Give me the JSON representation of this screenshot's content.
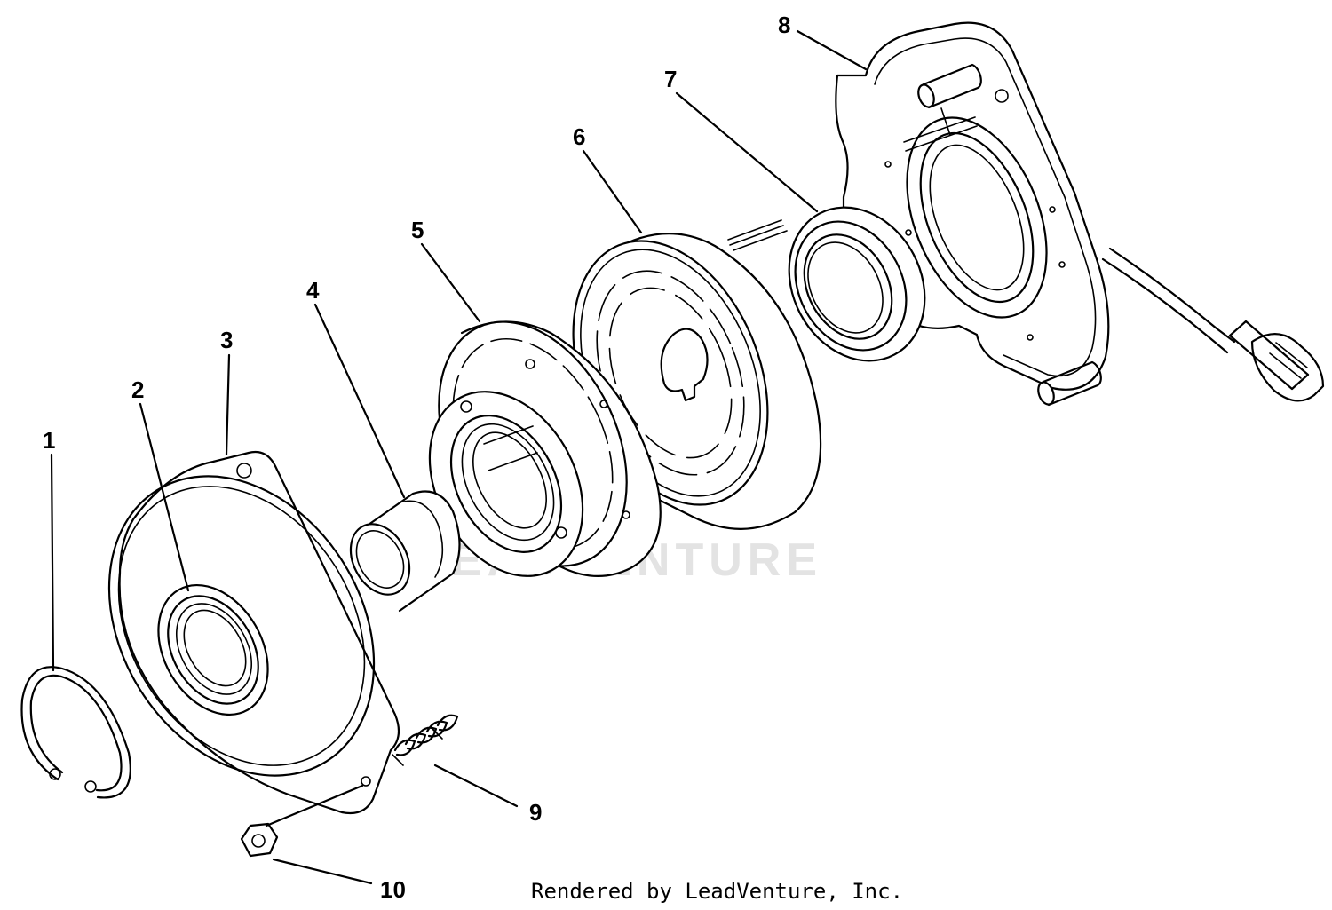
{
  "watermark": {
    "text": "LEADVENTURE",
    "color": "#e3e3e3"
  },
  "footer": {
    "credit": "Rendered by LeadVenture, Inc."
  },
  "callouts": [
    {
      "id": "1",
      "label": "1"
    },
    {
      "id": "2",
      "label": "2"
    },
    {
      "id": "3",
      "label": "3"
    },
    {
      "id": "4",
      "label": "4"
    },
    {
      "id": "5",
      "label": "5"
    },
    {
      "id": "6",
      "label": "6"
    },
    {
      "id": "7",
      "label": "7"
    },
    {
      "id": "8",
      "label": "8"
    },
    {
      "id": "9",
      "label": "9"
    },
    {
      "id": "10",
      "label": "10"
    }
  ],
  "colors": {
    "line": "#000000",
    "background": "#ffffff"
  }
}
